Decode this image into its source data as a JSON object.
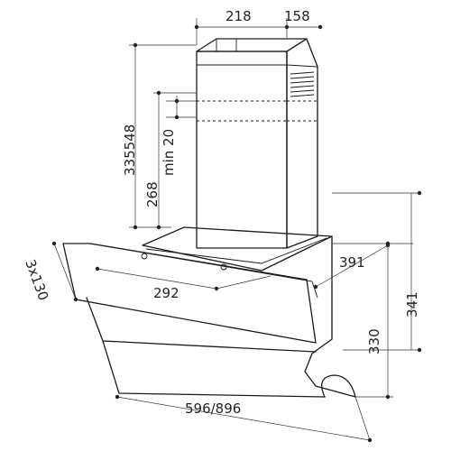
{
  "dimensions": {
    "chimney_width": "218",
    "chimney_depth": "158",
    "chimney_height": "335548",
    "chimney_min": "min 20",
    "chimney_lower": "268",
    "filters": "3x130",
    "canopy_inner_width": "292",
    "side_depth": "391",
    "total_height": "341",
    "panel_height": "330",
    "hood_width": "596/896"
  },
  "colors": {
    "line": "#1a1a1a",
    "background": "#ffffff"
  }
}
